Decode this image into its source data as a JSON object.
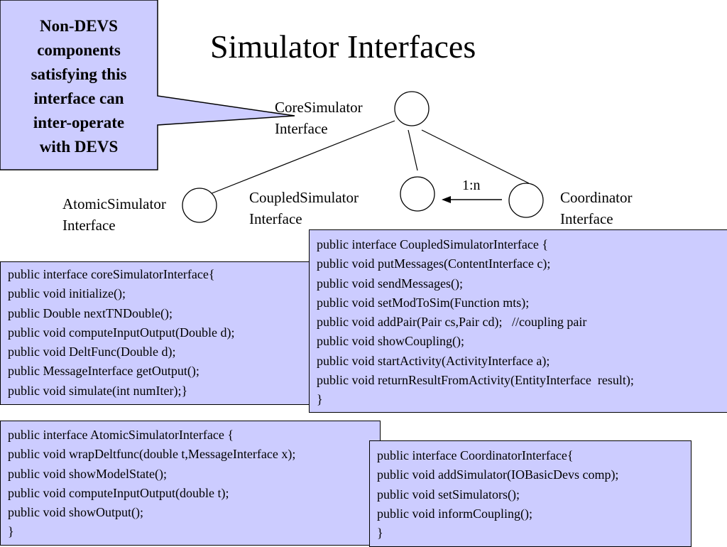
{
  "title": "Simulator Interfaces",
  "callout": {
    "lines": [
      "Non-DEVS",
      "components",
      "satisfying this",
      "interface can",
      "inter-operate",
      "with DEVS"
    ]
  },
  "nodes": {
    "core": [
      "CoreSimulator",
      "Interface"
    ],
    "atomic": [
      "AtomicSimulator",
      "Interface"
    ],
    "coupled": [
      "CoupledSimulator",
      "Interface"
    ],
    "coordinator": [
      "Coordinator",
      "Interface"
    ]
  },
  "multiplicity": "1:n",
  "code": {
    "core": [
      "public interface coreSimulatorInterface{",
      "public void initialize();",
      "public Double nextTNDouble();",
      "public void computeInputOutput(Double d);",
      "public void DeltFunc(Double d);",
      "public MessageInterface getOutput();",
      "public void simulate(int numIter);}"
    ],
    "coupled": [
      "public interface CoupledSimulatorInterface {",
      "public void putMessages(ContentInterface c);",
      "public void sendMessages();",
      "public void setModToSim(Function mts);",
      "public void addPair(Pair cs,Pair cd);   //coupling pair",
      "public void showCoupling();",
      "public void startActivity(ActivityInterface a);",
      "public void returnResultFromActivity(EntityInterface  result);",
      "}"
    ],
    "atomic": [
      "public interface AtomicSimulatorInterface {",
      "public void wrapDeltfunc(double t,MessageInterface x);",
      "public void showModelState();",
      "public void computeInputOutput(double t);",
      "public void showOutput();",
      "}"
    ],
    "coordinator": [
      "public interface CoordinatorInterface{",
      "public void addSimulator(IOBasicDevs comp);",
      "public void setSimulators();",
      "public void informCoupling();",
      "}"
    ]
  },
  "colors": {
    "box_fill": "#ccccff",
    "outline": "#000000",
    "background": "#ffffff"
  }
}
